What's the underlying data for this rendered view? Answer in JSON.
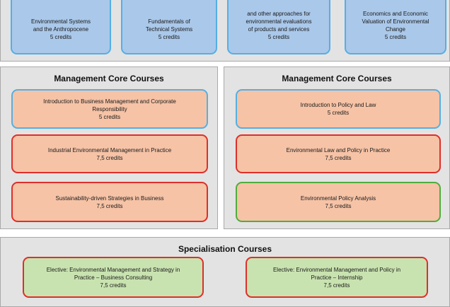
{
  "top_courses": [
    {
      "lines": [
        "Environmental Systems",
        "and the Anthropocene"
      ],
      "credits": "5 credits"
    },
    {
      "lines": [
        "Fundamentals of",
        "Technical Systems"
      ],
      "credits": "5 credits"
    },
    {
      "lines": [
        "and other approaches for",
        "environmental evaluations",
        "of products and services"
      ],
      "credits": "5 credits"
    },
    {
      "lines": [
        "Economics and Economic",
        "Valuation of Environmental",
        "Change"
      ],
      "credits": "5 credits"
    }
  ],
  "management_left": {
    "title": "Management Core Courses",
    "courses": [
      {
        "lines": [
          "Introduction to Business Management and Corporate",
          "Responsibility"
        ],
        "credits": "5 credits"
      },
      {
        "lines": [
          "Industrial Environmental Management  in Practice"
        ],
        "credits": "7,5 credits"
      },
      {
        "lines": [
          "Sustainability-driven Strategies in Business"
        ],
        "credits": "7,5 credits"
      }
    ]
  },
  "management_right": {
    "title": "Management Core Courses",
    "courses": [
      {
        "lines": [
          "Introduction to Policy and Law"
        ],
        "credits": "5 credits"
      },
      {
        "lines": [
          "Environmental Law and Policy in Practice"
        ],
        "credits": "7,5 credits"
      },
      {
        "lines": [
          "Environmental Policy Analysis"
        ],
        "credits": "7,5 credits"
      }
    ]
  },
  "specialisation": {
    "title": "Specialisation Courses",
    "courses": [
      {
        "lines": [
          "Elective: Environmental Management and Strategy in",
          "Practice – Business Consulting"
        ],
        "credits": "7,5 credits"
      },
      {
        "lines": [
          "Elective: Environmental Management and Policy in",
          "Practice – Internship"
        ],
        "credits": "7,5 credits"
      }
    ]
  }
}
